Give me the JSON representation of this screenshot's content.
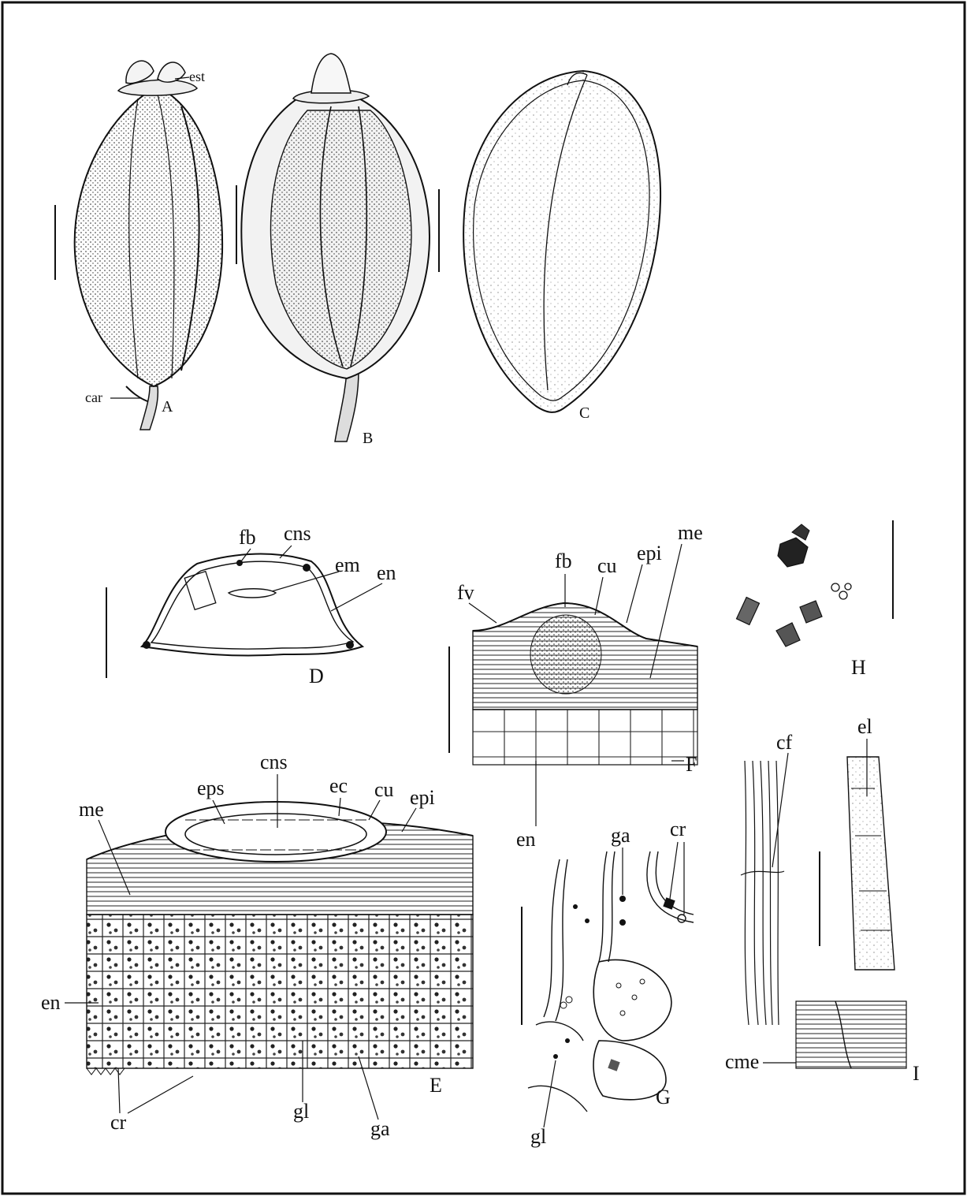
{
  "figure": {
    "panels": [
      "A",
      "B",
      "C",
      "D",
      "E",
      "F",
      "G",
      "H",
      "I"
    ],
    "labels": {
      "est": "est",
      "car": "car",
      "fb": "fb",
      "cns": "cns",
      "em": "em",
      "en": "en",
      "fv": "fv",
      "cu": "cu",
      "epi": "epi",
      "me": "me",
      "eps": "eps",
      "ec": "ec",
      "cr": "cr",
      "gl": "gl",
      "ga": "ga",
      "cf": "cf",
      "el": "el",
      "cme": "cme"
    }
  },
  "colors": {
    "ink": "#111111",
    "paper": "#ffffff",
    "dark_fill": "#2a2a2a",
    "mid_fill": "#555555"
  }
}
